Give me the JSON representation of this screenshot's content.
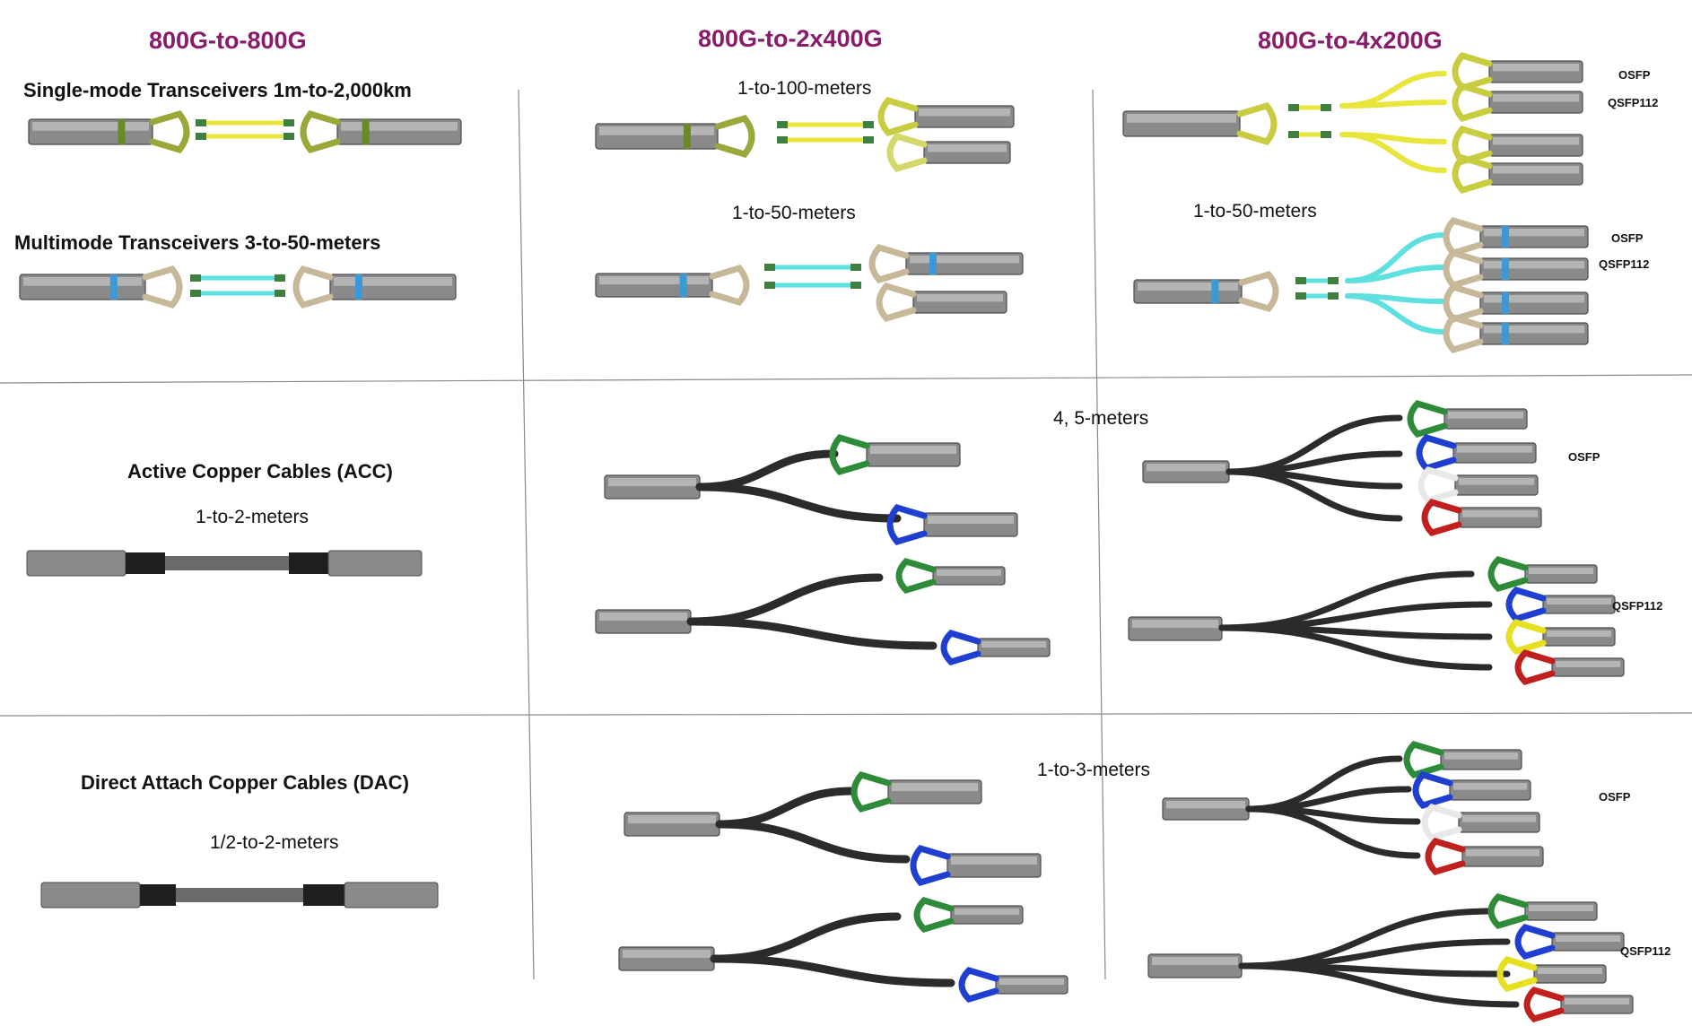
{
  "headers": {
    "col1": "800G-to-800G",
    "col2": "800G-to-2x400G",
    "col3": "800G-to-4x200G"
  },
  "sections": {
    "single_mode": "Single-mode Transceivers 1m-to-2,000km",
    "multimode": "Multimode Transceivers 3-to-50-meters",
    "acc": "Active Copper Cables (ACC)",
    "dac": "Direct Attach Copper Cables (DAC)"
  },
  "lengths": {
    "sm_2x400": "1-to-100-meters",
    "mm_2x400": "1-to-50-meters",
    "mm_4x200": "1-to-50-meters",
    "acc_800": "1-to-2-meters",
    "acc_split": "4, 5-meters",
    "dac_800": "1/2-to-2-meters",
    "dac_split": "1-to-3-meters"
  },
  "form_factors": {
    "osfp": "OSFP",
    "qsfp112": "QSFP112",
    "qsfp112_small": "QSFP112"
  },
  "colors": {
    "header": "#8a1a6a",
    "single_mode_fiber": "#e8e63a",
    "multimode_fiber": "#5fe0e0",
    "mpo_connector": "#3f7f3f",
    "copper_cable": "#2b2b2b",
    "pull_tab_green": "#2e8b3a",
    "pull_tab_blue": "#1f3fd0",
    "pull_tab_yellow": "#e6e020",
    "pull_tab_red": "#c0201e",
    "pull_tab_white": "#e8e8e8"
  }
}
